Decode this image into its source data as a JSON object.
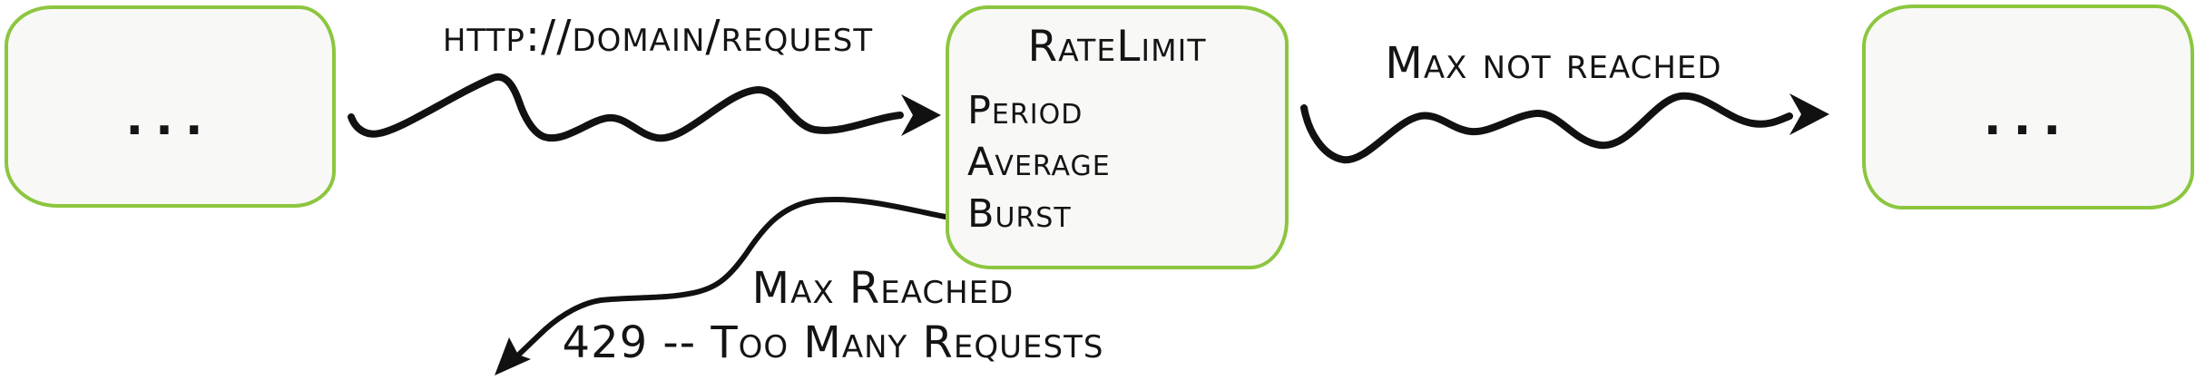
{
  "diagram": {
    "nodes": {
      "left": {
        "label": "..."
      },
      "middle": {
        "title": "RateLimit",
        "fields": [
          "Period",
          "Average",
          "Burst"
        ]
      },
      "right": {
        "label": "..."
      }
    },
    "edges": {
      "request": {
        "label": "http://domain/request"
      },
      "max_not_reached": {
        "label": "Max not reached"
      },
      "max_reached": {
        "label": "Max Reached",
        "sublabel": "429 -- Too Many Requests"
      }
    },
    "colors": {
      "node_border": "#8cc63f",
      "node_fill": "#f8f8f7",
      "ink": "#111111"
    }
  }
}
